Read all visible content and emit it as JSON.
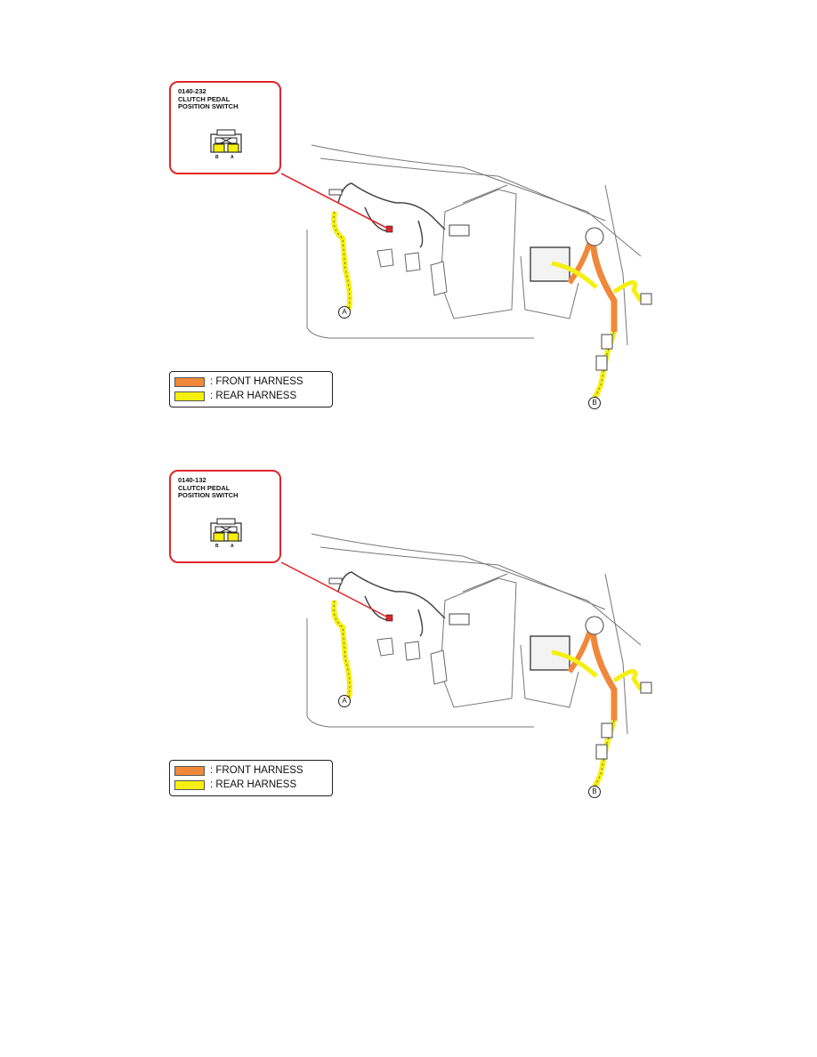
{
  "colors": {
    "front": "#f0883a",
    "rear": "#f5f010",
    "callout": "#e0252c",
    "line": "#555555"
  },
  "diagrams": [
    {
      "code": "0140-232",
      "name": "CLUTCH PEDAL\nPOSITION SWITCH",
      "pins": [
        "B",
        "A"
      ],
      "markerA": "A",
      "markerB": "B",
      "legend": [
        {
          "label": ": FRONT HARNESS"
        },
        {
          "label": ": REAR HARNESS"
        }
      ]
    },
    {
      "code": "0140-132",
      "name": "CLUTCH PEDAL\nPOSITION SWITCH",
      "pins": [
        "B",
        "A"
      ],
      "markerA": "A",
      "markerB": "B",
      "legend": [
        {
          "label": ": FRONT HARNESS"
        },
        {
          "label": ": REAR HARNESS"
        }
      ]
    }
  ]
}
